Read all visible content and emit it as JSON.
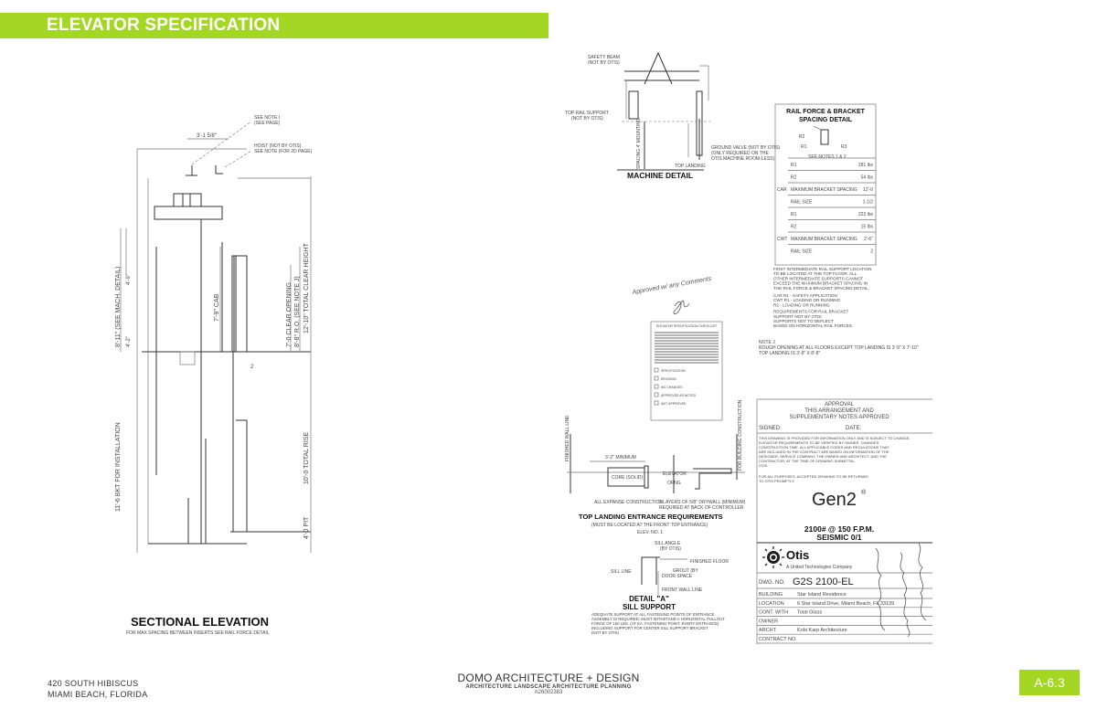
{
  "header": {
    "title": "ELEVATOR SPECIFICATION",
    "accent_color": "#a4d624"
  },
  "footer": {
    "address_line1": "420 SOUTH HIBISCUS",
    "address_line2": "MIAMI BEACH, FLORIDA",
    "firm_name": "DOMO ARCHITECTURE + DESIGN",
    "firm_services": "ARCHITECTURE LANDSCAPE ARCHITECTURE PLANNING",
    "firm_code": "A26002383",
    "sheet_number": "A-6.3"
  },
  "sectional_elevation": {
    "title": "SECTIONAL ELEVATION",
    "subtitle": "FOR MAX SPACING BETWEEN INSERTS SEE RAIL FORCE DETAIL",
    "dims": {
      "width": "3'-1 5/8\"",
      "note_i": "SEE NOTE I",
      "note_i2": "(SEE PAGE)",
      "hoist": "HOIST (NOT BY OTIS)",
      "hoist2": "SEE NOTE (FOR 2D PAGE)",
      "bkt": "11'-6 BKT FOR INSTALLATION",
      "mach": "8'-11\" (SEE MACH. DETAIL)",
      "d49": "4'-9\"",
      "d42": "4'-2\"",
      "cab": "7'-9\" CAB",
      "clear_opening": "7'-0 CLEAR OPENING",
      "ro": "8'-8\" R.O. (SEE NOTE J)",
      "total_clear": "12'-10\" TOTAL CLEAR HEIGHT",
      "total_rise": "10'-0 TOTAL RISE",
      "pit": "4'-0 PIT",
      "marker": "2"
    }
  },
  "machine_detail": {
    "title": "MACHINE DETAIL",
    "beam": "SAFETY BEAM",
    "beam2": "(NOT BY OTIS)",
    "rail_support": "TOP RAIL SUPPORT",
    "rail_support2": "(NOT BY OTIS)",
    "top_landing": "TOP LANDING",
    "ground": "GROUND VALVE (NOT BY OTIS)",
    "ground2": "(ONLY REQUIRED ON THE",
    "ground3": "OTIS MACHINE ROOM-LESS)",
    "vertical_note": "SPACING 4' MOUNTING"
  },
  "rail_force": {
    "title1": "RAIL FORCE & BRACKET",
    "title2": "SPACING DETAIL",
    "diagram_labels": [
      "R2",
      "R1",
      "R3"
    ],
    "see_notes": "SEE NOTES 1 & 2",
    "rows": [
      {
        "group": "",
        "label": "R1",
        "value": "281 lbs"
      },
      {
        "group": "",
        "label": "R2",
        "value": "54 lbs"
      },
      {
        "group": "CAR",
        "label": "MAXIMUM BRACKET SPACING",
        "value": "12'-0"
      },
      {
        "group": "",
        "label": "RAIL SIZE",
        "value": "1-1/2"
      },
      {
        "group": "",
        "label": "R1",
        "value": "223 lbs"
      },
      {
        "group": "",
        "label": "R2",
        "value": "15 lbs"
      },
      {
        "group": "CWT",
        "label": "MAXIMUM BRACKET SPACING",
        "value": "2'-6\""
      },
      {
        "group": "",
        "label": "RAIL SIZE",
        "value": "2"
      }
    ],
    "notes": [
      "FIRST INTERMEDIATE RAIL SUPPORT LOCATION",
      "TO BE LOCATED AT THE TOP FLOOR. ALL",
      "OTHER INTERMEDIATE SUPPORTS CANNOT",
      "EXCEED THE MAXIMUM BRACKET SPACING IN",
      "THE RAIL FORCE & BRACKET SPACING DETAIL.",
      "CAR R1 - SAFETY APPLICATION",
      "CWT R1 - LOADING OR RUNNING",
      "R2 - LOADING OR RUNNING",
      "REQUIREMENTS FOR RAIL BRACKET",
      "SUPPORT NOT BY OTIS:",
      "SUPPORTS NOT TO DEFLECT",
      "BASED ON HORIZONTAL RAIL FORCES."
    ],
    "note_j_title": "NOTE J",
    "note_j": "ROUGH OPENING AT ALL FLOORS EXCEPT TOP LANDING IS 3'-9\" X 7'-10\"",
    "note_j2": "TOP LANDING IS 3'-9\" X 8'-8\""
  },
  "handwritten": {
    "note": "Approved w/ any Comments",
    "initials": "JY"
  },
  "checklist": {
    "title": "ELEVATOR SPECIFICATION CHECKLIST",
    "items": [
      "SPECIFICATION",
      "REVISION",
      "NO CHANGES",
      "APPROVED AS NOTED",
      "NOT APPROVED"
    ]
  },
  "top_landing": {
    "title": "TOP LANDING ENTRANCE REQUIREMENTS",
    "subtitle": "(MUST BE LOCATED AT THE FRONT TOP ENTRANCE)",
    "elev": "ELEV. NO. 1",
    "min": "3'-2\" MINIMUM",
    "core": "CORE (SOLID)",
    "elevator": "ELEVATOR",
    "opng": "OPNG",
    "wall_left": "FINISHED WALL LINE",
    "wall_right": "FOR BUILDING CONSTRUCTION",
    "construction": "ALL EXPANSE CONSTRUCTION",
    "drywall": "2 LAYERS OF 5/8\" DRYWALL (MINIMUM)",
    "drywall2": "REQUIRED AT BACK OF CONTROLLER"
  },
  "sill_support": {
    "title1": "DETAIL \"A\"",
    "title2": "SILL SUPPORT",
    "labels": [
      "SILL ANGLE",
      "(BY OTIS)",
      "FINISHED FLOOR",
      "GROUT (BY",
      "DOOR SPACE",
      "SILL LINE",
      "FRONT WALL LINE"
    ],
    "note1": "ADEQUATE SUPPORT AT ALL FASTENING POINTS OF ENTRANCE",
    "note2": "ASSEMBLY IS REQUIRED. MUST WITHSTAND A HORIZONTAL PULLOUT",
    "note3": "FORCE OF 150 LBS. (AT EA. FASTENING POINT, EVERY ENTRANCE)",
    "note4": "INCLUDING SUPPORT FOR CENTER SILL SUPPORT BRACKET",
    "note5": "(NOT BY OTIS)"
  },
  "approval": {
    "title1": "APPROVAL",
    "title2": "THIS ARRANGEMENT AND",
    "title3": "SUPPLEMENTARY NOTES APPROVED",
    "signed": "SIGNED:",
    "date": "DATE:",
    "fine": [
      "THIS DRAWING IS PROVIDED FOR INFORMATION ONLY AND IS SUBJECT TO CHANGE.",
      "ELEVATOR REQUIREMENTS TO BE VERIFIED BY OWNER. CHANGES",
      "CONSTRUCTION TIME. ALL APPLICABLE CODES AND REGULATIONS THAT",
      "ARE INCLUDED IN THE CONTRACT ARE BASED ON INFORMATION OF THE",
      "DESIGNER, SERVICE COMPANY, THE OWNER AND ARCHITECT, AND THE",
      "CONTRACTOR, AT THE TIME OF DRAWING SUBMITTAL.",
      "OTIS."
    ],
    "fine2": "FOR ALL PURPOSES, ACCEPTED DRAWING TO BE RETURNED",
    "fine3": "TO OTIS PROMPTLY.",
    "model": "Gen2",
    "reg": "®",
    "capacity": "2100# @ 150 F.P.M.",
    "seismic": "SEISMIC 0/1",
    "brand": "Otis",
    "brand_sub": "A United Technologies Company",
    "dwg_label": "DWG. NO.",
    "dwg_no": "G2S 2100-EL",
    "fields": [
      {
        "label": "BUILDING",
        "value": "Star Island Residence"
      },
      {
        "label": "LOCATION",
        "value": "6 Star Island Drive,  Miami Beach, FL 33139"
      },
      {
        "label": "CONT. WITH",
        "value": "Total Glass"
      },
      {
        "label": "OWNER",
        "value": ""
      },
      {
        "label": "ARCHT.",
        "value": "Kobi Karp Architecture"
      },
      {
        "label": "CONTRACT NO.",
        "value": ""
      }
    ]
  }
}
